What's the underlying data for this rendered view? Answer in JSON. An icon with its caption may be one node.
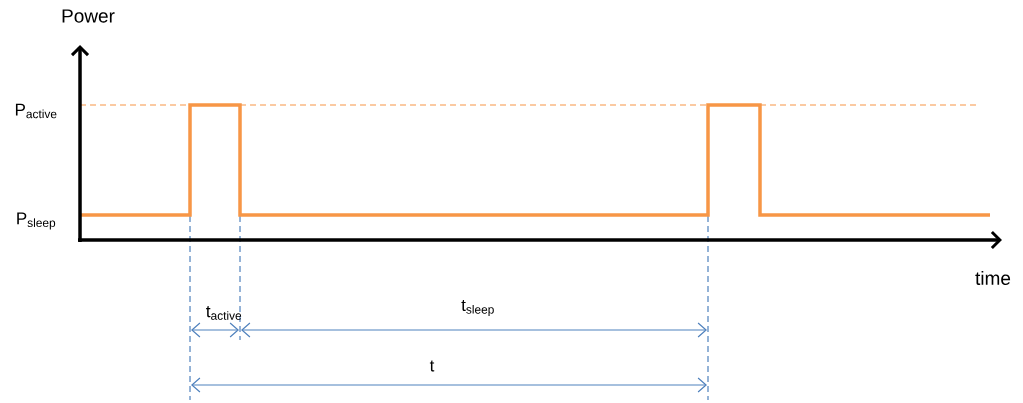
{
  "diagram": {
    "labels": [
      "Power",
      "P$_{active}$",
      "P$_{sleep}$",
      "time",
      "t$_{active}$",
      "t$_{sleep}$",
      "t"
    ]
  }
}
